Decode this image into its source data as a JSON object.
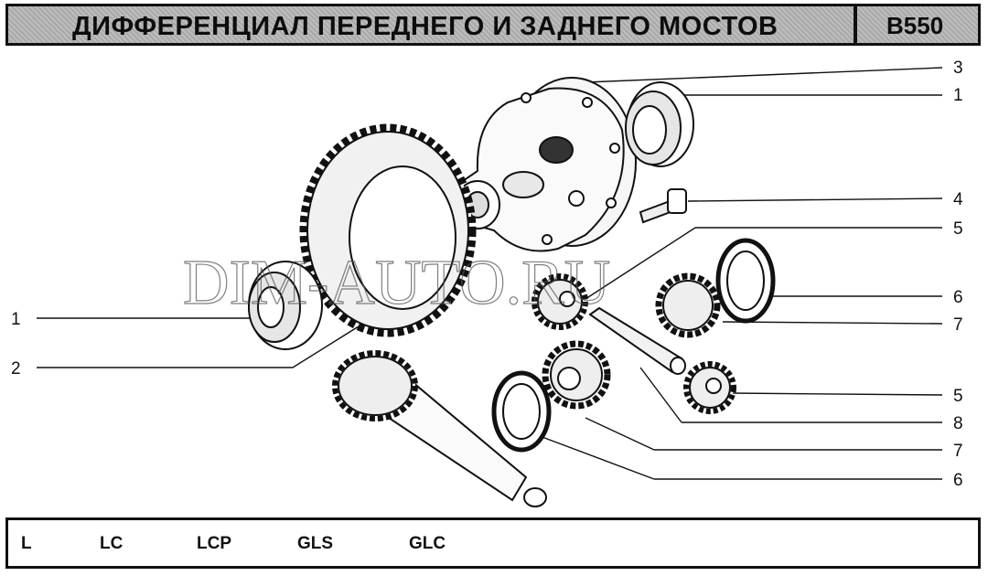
{
  "header": {
    "title": "ДИФФЕРЕНЦИАЛ ПЕРЕДНЕГО И ЗАДНЕГО МОСТОВ",
    "code": "B550"
  },
  "watermark": "DIM-AUTO.RU",
  "callouts": {
    "c3": "3",
    "c1_top": "1",
    "c4": "4",
    "c5_top": "5",
    "c6_top": "6",
    "c7_top": "7",
    "c5_bottom": "5",
    "c8": "8",
    "c7_bottom": "7",
    "c6_bottom": "6",
    "c1_left": "1",
    "c2": "2"
  },
  "footer": {
    "variants": [
      "L",
      "LC",
      "LCP",
      "GLS",
      "GLC"
    ]
  }
}
